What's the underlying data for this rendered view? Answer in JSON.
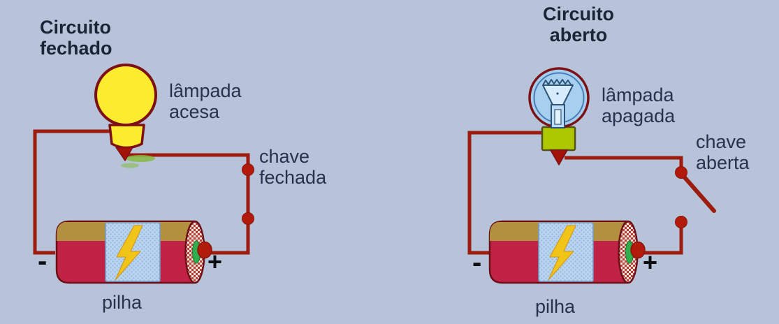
{
  "colors": {
    "background": "#b6c3d8",
    "wire": "#9e1b10",
    "dot": "#b21b0c",
    "title_text": "#1a2538",
    "label_text": "#27324e",
    "sign_text": "#0e0e12",
    "lamp_on": "#fdec2e",
    "lamp_outline": "#7c1014",
    "lamp_off": "#a7d0ef",
    "lamp_base_off": "#aec800",
    "battery_body": "#c12347",
    "battery_top": "#b39040",
    "bolt": "#f0c419",
    "cap_green": "#2fae4e"
  },
  "panels": {
    "closed": {
      "title": "Circuito\nfechado",
      "lamp_label": "lâmpada\nacesa",
      "switch_label": "chave\nfechada",
      "battery_label": "pilha",
      "minus_sign": "-",
      "plus_sign": "+"
    },
    "open": {
      "title": "Circuito\naberto",
      "lamp_label": "lâmpada\napagada",
      "switch_label": "chave\naberta",
      "battery_label": "pilha",
      "minus_sign": "-",
      "plus_sign": "+"
    }
  }
}
